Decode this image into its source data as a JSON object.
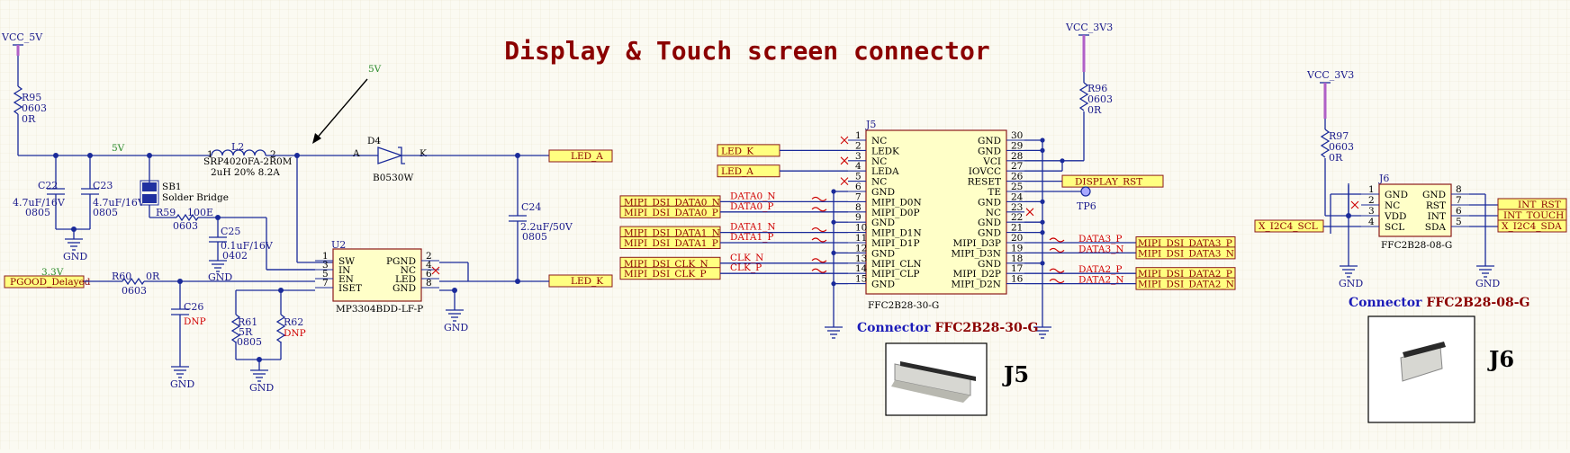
{
  "title": "Display & Touch screen connector",
  "power": {
    "vcc5": "VCC_5V",
    "vcc33a": "VCC_3V3",
    "vcc33b": "VCC_3V3",
    "gnd": "GND",
    "net5v": "5V",
    "net5v_b": "5V",
    "net33": "3.3V"
  },
  "r95": {
    "ref": "R95",
    "pkg": "0603",
    "val": "0R"
  },
  "r96": {
    "ref": "R96",
    "pkg": "0603",
    "val": "0R"
  },
  "r97": {
    "ref": "R97",
    "pkg": "0603",
    "val": "0R"
  },
  "c22": {
    "ref": "C22",
    "val": "4.7uF/16V",
    "pkg": "0805"
  },
  "c23": {
    "ref": "C23",
    "val": "4.7uF/16V",
    "pkg": "0805"
  },
  "l2": {
    "ref": "L2",
    "part": "SRP4020FA-2R0M",
    "val": "2uH 20% 8.2A",
    "p1": "1",
    "p2": "2"
  },
  "sb1": {
    "ref": "SB1",
    "desc": "Solder Bridge"
  },
  "r59": {
    "ref": "R59",
    "val": "100E",
    "pkg": "0603"
  },
  "c25": {
    "ref": "C25",
    "val": "0.1uF/16V",
    "pkg": "0402"
  },
  "d4": {
    "ref": "D4",
    "part": "B0530W",
    "a": "A",
    "k": "K"
  },
  "c24": {
    "ref": "C24",
    "val": "2.2uF/50V",
    "pkg": "0805"
  },
  "u2": {
    "ref": "U2",
    "part": "MP3304BDD-LF-P",
    "left": [
      [
        "SW",
        "1"
      ],
      [
        "IN",
        "3"
      ],
      [
        "EN",
        "5"
      ],
      [
        "ISET",
        "7"
      ]
    ],
    "right": [
      [
        "PGND",
        "2"
      ],
      [
        "NC",
        "4"
      ],
      [
        "LED",
        "6"
      ],
      [
        "GND",
        "8"
      ]
    ]
  },
  "r60": {
    "ref": "R60",
    "val": "0R",
    "pkg": "0603"
  },
  "c26": {
    "ref": "C26",
    "val": "DNP"
  },
  "r61": {
    "ref": "R61",
    "val": "5R",
    "pkg": "0805"
  },
  "r62": {
    "ref": "R62",
    "val": "DNP"
  },
  "ports": {
    "led_a": "LED_A",
    "led_k": "LED_K",
    "pgood": "PGOOD_Delayed"
  },
  "j5": {
    "ref": "J5",
    "part": "FFC2B28-30-G",
    "left_pins": [
      [
        "NC",
        "1"
      ],
      [
        "LEDK",
        "2"
      ],
      [
        "NC",
        "3"
      ],
      [
        "LEDA",
        "4"
      ],
      [
        "NC",
        "5"
      ],
      [
        "GND",
        "6"
      ],
      [
        "MIPI_D0N",
        "7"
      ],
      [
        "MIPI_D0P",
        "8"
      ],
      [
        "GND",
        "9"
      ],
      [
        "MIPI_D1N",
        "10"
      ],
      [
        "MIPI_D1P",
        "11"
      ],
      [
        "GND",
        "12"
      ],
      [
        "MIPI_CLN",
        "13"
      ],
      [
        "MIPI_CLP",
        "14"
      ],
      [
        "GND",
        "15"
      ]
    ],
    "right_pins": [
      [
        "GND",
        "30"
      ],
      [
        "GND",
        "29"
      ],
      [
        "VCI",
        "28"
      ],
      [
        "IOVCC",
        "27"
      ],
      [
        "RESET",
        "26"
      ],
      [
        "TE",
        "25"
      ],
      [
        "GND",
        "24"
      ],
      [
        "NC",
        "23"
      ],
      [
        "GND",
        "22"
      ],
      [
        "GND",
        "21"
      ],
      [
        "MIPI_D3P",
        "20"
      ],
      [
        "MIPI_D3N",
        "19"
      ],
      [
        "GND",
        "18"
      ],
      [
        "MIPI_D2P",
        "17"
      ],
      [
        "MIPI_D2N",
        "16"
      ]
    ],
    "left_ports": [
      "LED_K",
      "LED_A",
      "MIPI_DSI_DATA0_N",
      "MIPI_DSI_DATA0_P",
      "MIPI_DSI_DATA1_N",
      "MIPI_DSI_DATA1_P",
      "MIPI_DSI_CLK_N",
      "MIPI_DSI_CLK_P"
    ],
    "left_nets": [
      "DATA0_N",
      "DATA0_P",
      "DATA1_N",
      "DATA1_P",
      "CLK_N",
      "CLK_P"
    ],
    "right_ports": [
      "DISPLAY_RST",
      "MIPI_DSI_DATA3_P",
      "MIPI_DSI_DATA3_N",
      "MIPI_DSI_DATA2_P",
      "MIPI_DSI_DATA2_N"
    ],
    "right_nets": [
      "DATA3_P",
      "DATA3_N",
      "DATA2_P",
      "DATA2_N"
    ],
    "tp": "TP6"
  },
  "j6": {
    "ref": "J6",
    "part": "FFC2B28-08-G",
    "left_pins": [
      [
        "GND",
        "1"
      ],
      [
        "NC",
        "2"
      ],
      [
        "VDD",
        "3"
      ],
      [
        "SCL",
        "4"
      ]
    ],
    "right_pins": [
      [
        "GND",
        "8"
      ],
      [
        "RST",
        "7"
      ],
      [
        "INT",
        "6"
      ],
      [
        "SDA",
        "5"
      ]
    ],
    "left_ports": [
      "X_I2C4_SCL"
    ],
    "right_ports": [
      "INT_RST",
      "INT_TOUCH",
      "X_I2C4_SDA"
    ]
  },
  "footer": {
    "connector_word": "Connector",
    "j5_part": "FFC2B28-30-G",
    "j6_part": "FFC2B28-08-G",
    "j5_label": "J5",
    "j6_label": "J6"
  }
}
